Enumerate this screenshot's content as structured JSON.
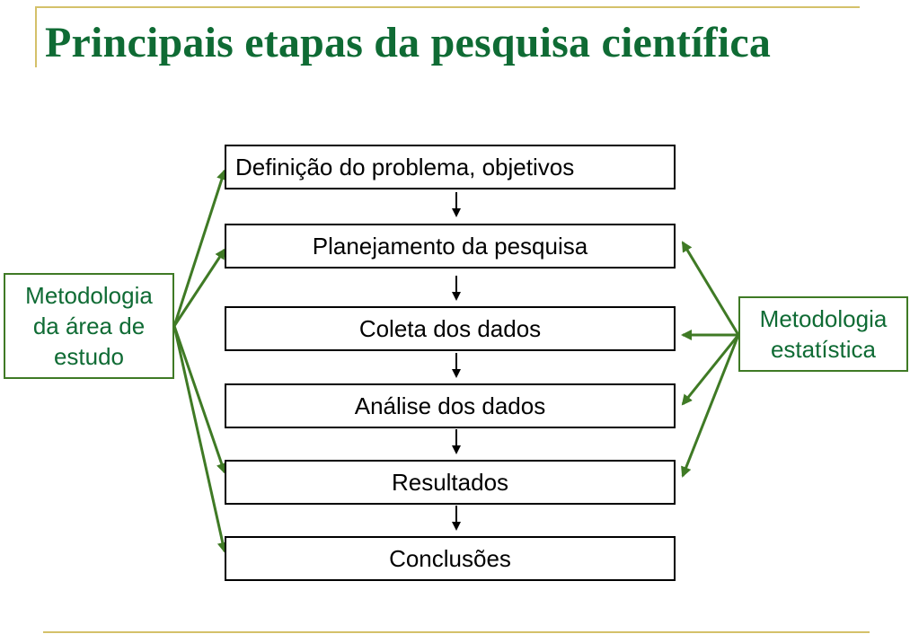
{
  "title": "Principais etapas da pesquisa científica",
  "steps": [
    "Definição do problema, objetivos",
    "Planejamento da pesquisa",
    "Coleta dos dados",
    "Análise dos dados",
    "Resultados",
    "Conclusões"
  ],
  "left_box": {
    "lines": [
      "Metodologia",
      "da área de",
      "estudo"
    ]
  },
  "right_box": {
    "lines": [
      "Metodologia",
      "estatística"
    ]
  },
  "colors": {
    "title": "#0f6b34",
    "box_text_green": "#0f6b34",
    "arrow_green": "#3f7a25",
    "frame_gold": "#d4c16a",
    "flow_arrow": "#000000"
  }
}
